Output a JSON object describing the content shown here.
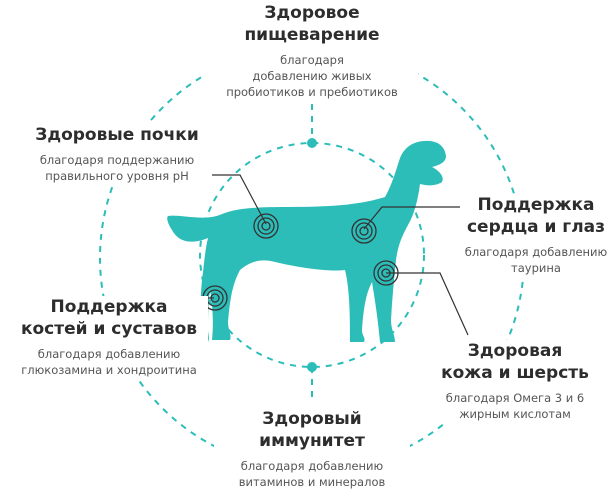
{
  "accent_color": "#2dbdb9",
  "benefits": [
    {
      "title_1": "Здоровое",
      "title_2": "пищеварение",
      "desc_1": "благодаря",
      "desc_2": "добавлению живых",
      "desc_3": "пробиотиков и пребиотиков"
    },
    {
      "title_1": "Здоровые почки",
      "desc_1": "благодаря поддержанию",
      "desc_2": "правильного уровня рН"
    },
    {
      "title_1": "Поддержка",
      "title_2": "сердца и глаз",
      "desc_1": "благодаря добавлению",
      "desc_2": "таурина"
    },
    {
      "title_1": "Поддержка",
      "title_2": "костей и суставов",
      "desc_1": "благодаря добавлению",
      "desc_2": "глюкозамина и хондроитина"
    },
    {
      "title_1": "Здоровая",
      "title_2": "кожа и шерсть",
      "desc_1": "благодаря Омега 3 и 6",
      "desc_2": "жирным кислотам"
    },
    {
      "title_1": "Здоровый",
      "title_2": "иммунитет",
      "desc_1": "благодаря добавлению",
      "desc_2": "витаминов и минералов"
    }
  ]
}
